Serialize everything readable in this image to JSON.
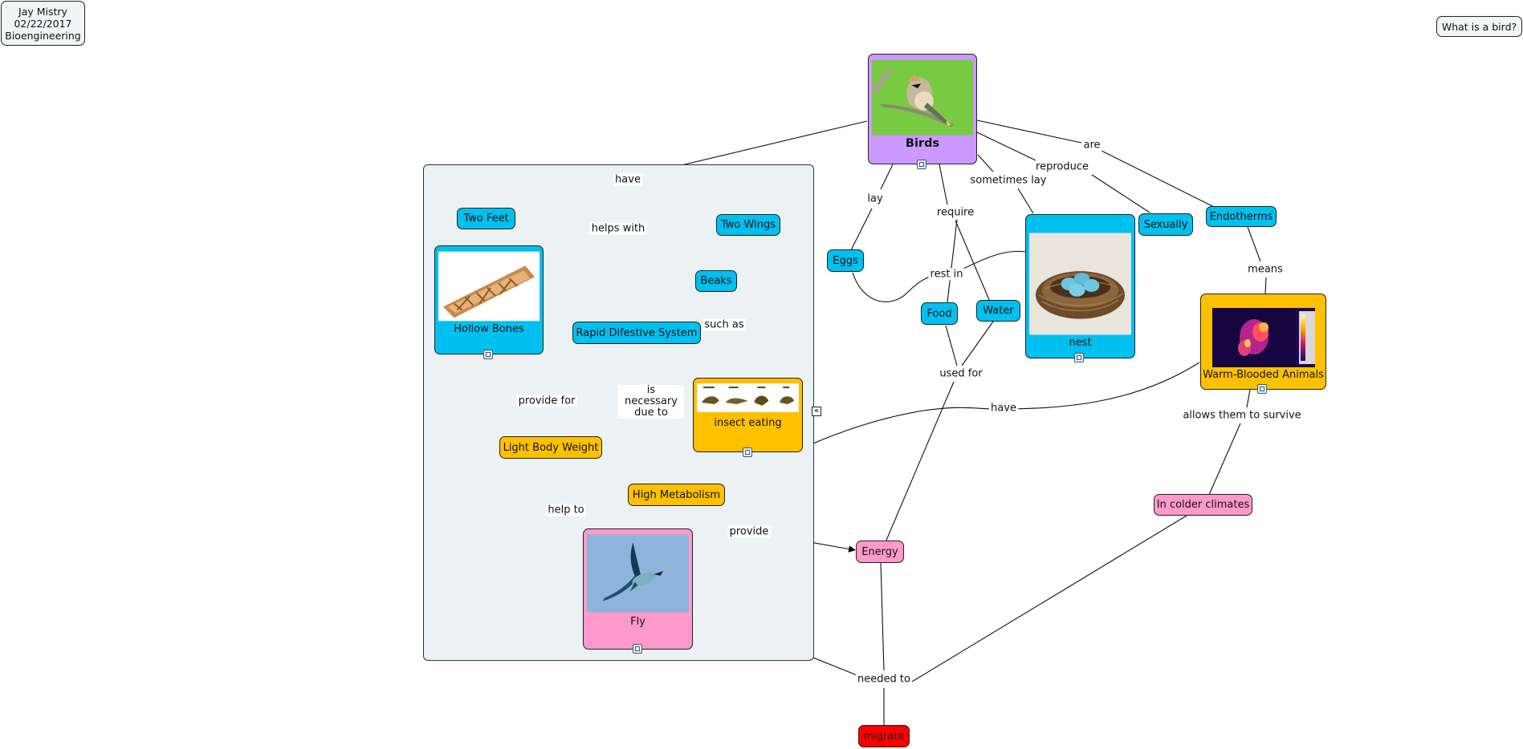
{
  "author_box": {
    "name": "Jay Mistry",
    "date": "02/22/2017",
    "course": "Bioengineering"
  },
  "focus_question": "What is a bird?",
  "concepts": {
    "birds": "Birds",
    "two_feet": "Two Feet",
    "two_wings": "Two Wings",
    "hollow_bones": "Hollow Bones",
    "beaks": "Beaks",
    "rapid_digestive": "Rapid Difestive System",
    "insect_eating": "insect eating",
    "light_body_weight": "Light Body Weight",
    "high_metabolism": "High Metabolism",
    "fly": "Fly",
    "energy": "Energy",
    "migrate": "migrate",
    "eggs": "Eggs",
    "food": "Food",
    "water": "Water",
    "nest": "nest",
    "sexually": "Sexually",
    "endotherms": "Endotherms",
    "warm_blooded": "Warm-Blooded Animals",
    "colder_climates": "In colder climates"
  },
  "linking_phrases": {
    "have_top": "have",
    "helps_with": "helps with",
    "such_as": "such as",
    "provide_for": "provide for",
    "is_necessary_due_to": "is necessary due to",
    "help_to": "help to",
    "provide": "provide",
    "lay": "lay",
    "require": "require",
    "sometimes_lay": "sometimes lay",
    "reproduce": "reproduce",
    "are": "are",
    "rest_in": "rest in",
    "means": "means",
    "used_for": "used for",
    "have_warm": "have",
    "allows_them_to_survive": "allows them to survive",
    "needed_to": "needed to"
  },
  "colors": {
    "blue": "#00c0f0",
    "gold": "#ffc000",
    "pink": "#ff99cc",
    "purple": "#cc99ff",
    "red": "#ff0000",
    "panel": "#ecf2f4"
  },
  "icons": [
    "bird-photo",
    "hollow-bone-image",
    "nest-image",
    "thermal-image",
    "beak-types-image",
    "flying-bird-image",
    "resource-badge-icon",
    "collapse-icon"
  ]
}
